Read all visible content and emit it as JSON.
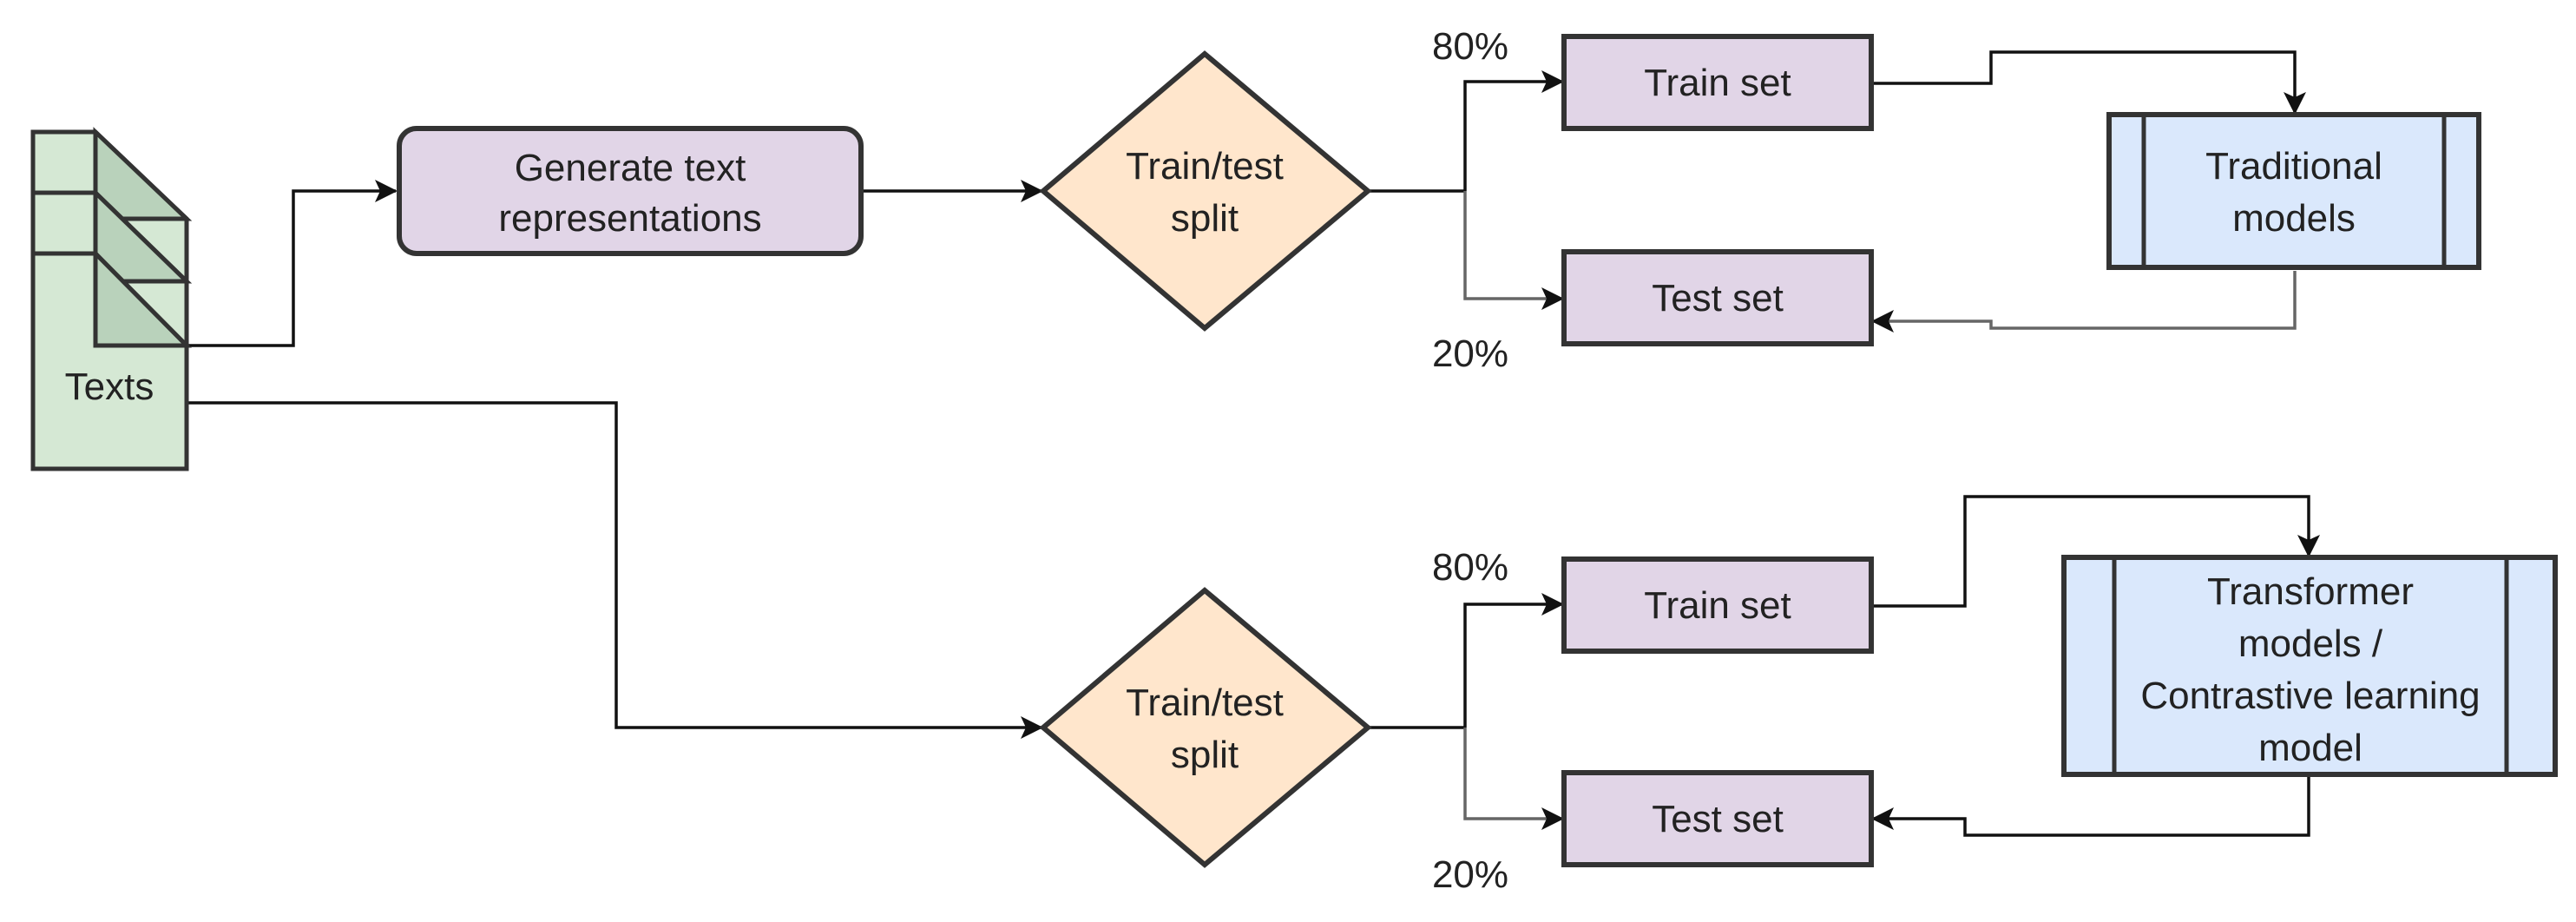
{
  "colors": {
    "process_fill": "#e1d5e7",
    "decision_fill": "#ffe6cc",
    "model_fill": "#dae8fc",
    "document_fill": "#d5e8d4",
    "document_fold": "#b9d2bb"
  },
  "documents": {
    "label": "Texts"
  },
  "generate": {
    "line1": "Generate text",
    "line2": "representations"
  },
  "top_branch": {
    "split_line1": "Train/test",
    "split_line2": "split",
    "train_pct": "80%",
    "test_pct": "20%",
    "train_label": "Train set",
    "test_label": "Test set",
    "model_line1": "Traditional",
    "model_line2": "models"
  },
  "bottom_branch": {
    "split_line1": "Train/test",
    "split_line2": "split",
    "train_pct": "80%",
    "test_pct": "20%",
    "train_label": "Train set",
    "test_label": "Test set",
    "model_line1": "Transformer",
    "model_line2": "models /",
    "model_line3": "Contrastive learning",
    "model_line4": "model"
  }
}
